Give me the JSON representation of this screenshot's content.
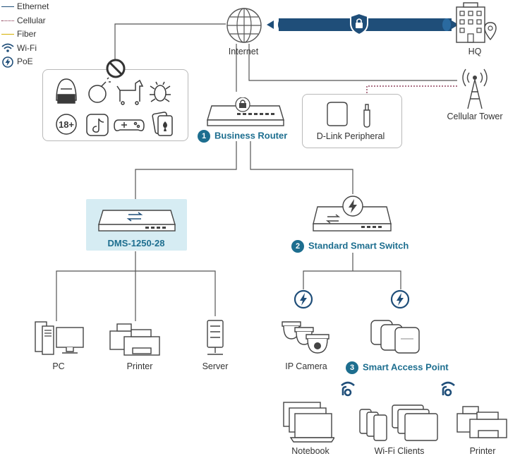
{
  "legend": {
    "ethernet": "Ethernet",
    "cellular": "Cellular",
    "fiber": "Fiber",
    "wifi": "Wi-Fi",
    "poe": "PoE"
  },
  "nodes": {
    "internet": "Internet",
    "hq": "HQ",
    "cellular_tower": "Cellular Tower",
    "business_router": "Business Router",
    "business_router_num": "1",
    "dlink_peripheral": "D-Link Peripheral",
    "dms": "DMS-1250-28",
    "smart_switch": "Standard Smart Switch",
    "smart_switch_num": "2",
    "pc": "PC",
    "printer_left": "Printer",
    "server": "Server",
    "ip_camera": "IP Camera",
    "access_point": "Smart Access Point",
    "access_point_num": "3",
    "notebook": "Notebook",
    "wifi_clients": "Wi-Fi Clients",
    "printer_right": "Printer"
  },
  "blocked": {
    "rating": "18+"
  },
  "colors": {
    "ethernet": "#1f4e79",
    "cellular": "#7a1f3d",
    "fiber": "#d4b000",
    "accent": "#1d6e8f",
    "icon": "#3a3a3a"
  }
}
